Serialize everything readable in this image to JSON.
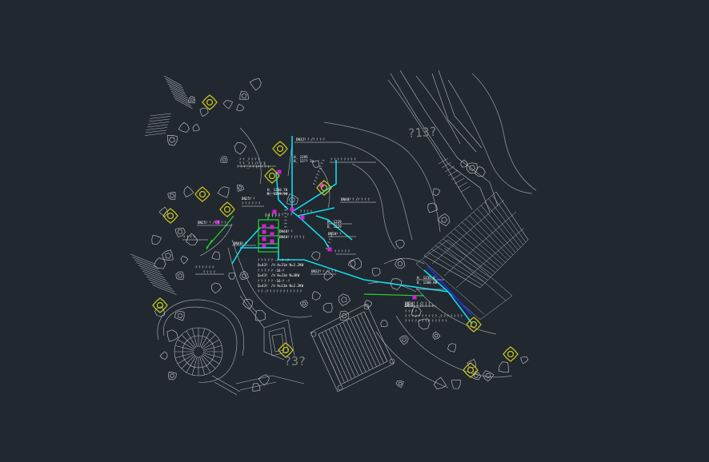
{
  "canvas": {
    "background": "#212830",
    "colors": {
      "linework": "#b4b8bc",
      "pipe_main": "#12d9e6",
      "pipe_branch": "#22d62c",
      "valve": "#d01fd6",
      "tree_symbol": "#c7c21a",
      "pipe_dark": "#1c2fd6"
    }
  },
  "watermarks": {
    "upper": "?13?",
    "lower": "?3?"
  },
  "labels": {
    "l01": "DN32？？/？？？？",
    "l02": "？？_？？？？",
    "l03": "？？_？？/？？3",
    "l04": "？？？？？？？？",
    "l05": "H_ 1295",
    "l06": "B_ 12?? 3a",
    "l07": "H_ 1260.70",
    "l08": "B_ 1259.90",
    "l09": "DN25？？",
    "l10": "？？？？？？",
    "l11": "DN40？？/？？？？",
    "l12": "？？？？？？？",
    "l13": "？？？？？(？？)",
    "l14": "？？？？？？ ？？",
    "l15": "？？？_？？(？？？)",
    "l16": "DN25？？/？？？？",
    "l17": "？？？？",
    "l18": "？？？？",
    "l19": "DN40？？",
    "l20": "？？？？？？",
    "l21": "？？？？",
    "l22": "？？？？？",
    "l23": "？？？？？",
    "l24": "DN40？？",
    "l25": "DN40？？(？？)",
    "l26": "DN50？？",
    "l27": "H_ 1229",
    "l28": "B_ 1229",
    "l29": "DN32？？/？？？",
    "l30": "？？？？？",
    "l31": "？？？？？-？-？-？",
    "l32": "Q=43？ /h H=31m N=2.2KW",
    "l33": "？？？？？-16-？",
    "l34": "Q=43？ /h H=31m N=3KW",
    "l35": "？？？？？-16-？-？",
    "l36": "Q=43？ /h H=13m N=2.2KW",
    "l37": "？？:？？？？？？？？？？？",
    "l38": "DN50？？/？？？",
    "l39": "H_ 1235.0",
    "l40": "B_ 1200.80",
    "l41": "DN50？？/？？？？",
    "l42": "？？？？",
    "l43": "？？？？？？？？？？,？？？？？？？",
    "l44": "？？？？？？？？？？？？？"
  }
}
